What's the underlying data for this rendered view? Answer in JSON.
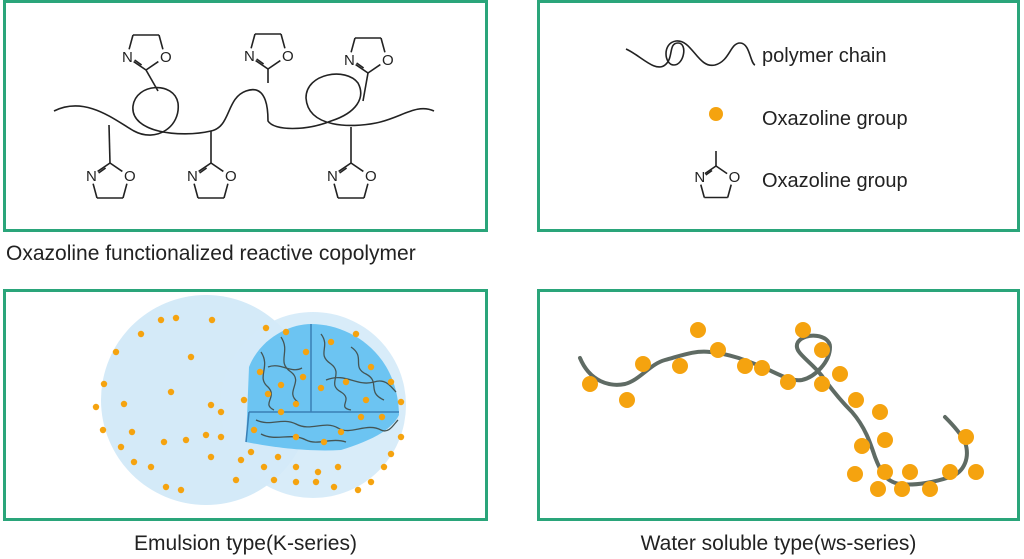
{
  "panels": {
    "copolymer": {
      "caption": "Oxazoline functionalized reactive copolymer",
      "atom_n": "N",
      "atom_o": "O"
    },
    "legend": {
      "items": [
        {
          "icon": "polymer-chain-icon",
          "label": "polymer chain"
        },
        {
          "icon": "oxazoline-dot-icon",
          "label": "Oxazoline group"
        },
        {
          "icon": "oxazoline-ring-icon",
          "label": "Oxazoline group"
        }
      ]
    },
    "emulsion": {
      "caption": "Emulsion type(K-series)"
    },
    "water_soluble": {
      "caption": "Water soluble type(ws-series)"
    }
  },
  "colors": {
    "border": "#2aa57a",
    "oxazoline_dot": "#f5a30f",
    "particle_light": "#d4eaf8",
    "particle_core": "#6cc4f2",
    "chain": "#5f6b64"
  }
}
